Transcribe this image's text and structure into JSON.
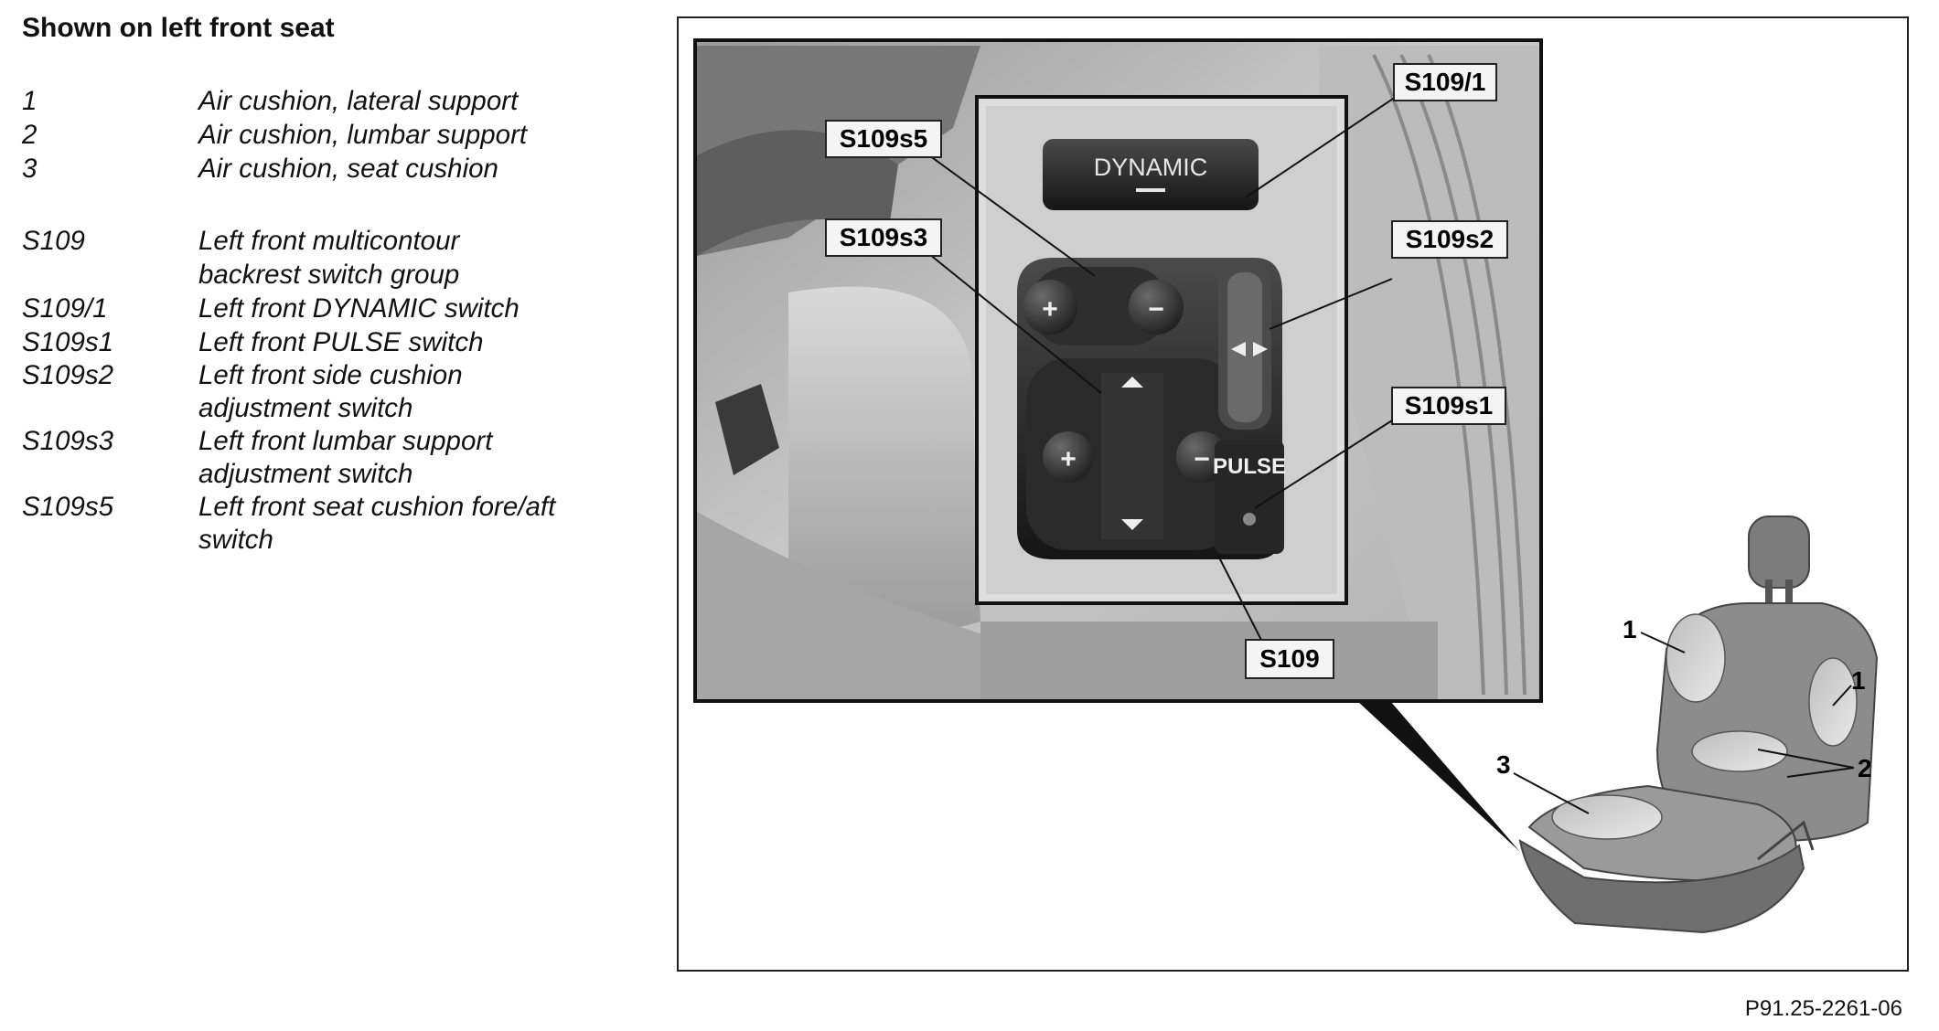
{
  "heading": "Shown on left front seat",
  "legend": [
    {
      "code": "1",
      "desc": "Air cushion, lateral support"
    },
    {
      "code": "2",
      "desc": "Air cushion, lumbar support"
    },
    {
      "code": "3",
      "desc": "Air cushion, seat cushion"
    },
    {
      "code": "S109",
      "desc": "Left front multicontour backrest switch group"
    },
    {
      "code": "S109/1",
      "desc": "Left front DYNAMIC switch"
    },
    {
      "code": "S109s1",
      "desc": "Left front PULSE switch"
    },
    {
      "code": "S109s2",
      "desc": "Left front side cushion adjustment switch"
    },
    {
      "code": "S109s3",
      "desc": "Left front lumbar support adjustment switch"
    },
    {
      "code": "S109s5",
      "desc": "Left front seat cushion fore/aft switch"
    }
  ],
  "callouts": {
    "s109_1": "S109/1",
    "s109s5": "S109s5",
    "s109s3": "S109s3",
    "s109s2": "S109s2",
    "s109s1": "S109s1",
    "s109": "S109",
    "seat_1a": "1",
    "seat_1b": "1",
    "seat_2": "2",
    "seat_3": "3"
  },
  "panel": {
    "dynamic_label": "DYNAMIC",
    "pulse_label": "PULSE",
    "plus": "+",
    "minus": "−"
  },
  "figure_number": "P91.25-2261-06"
}
